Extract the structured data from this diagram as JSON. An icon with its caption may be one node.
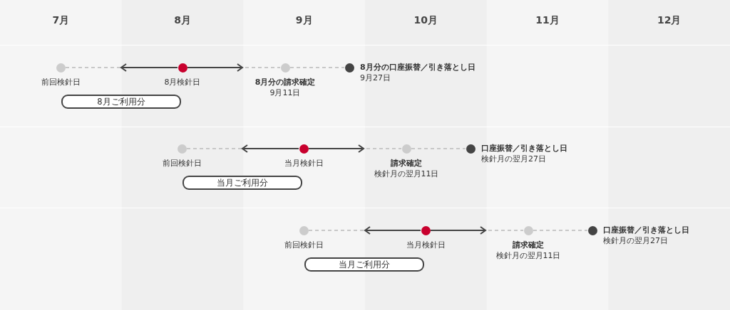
{
  "diagram": {
    "nodes": [
      {
        "text": [],
        "shape": "circle",
        "beside": [
          "前回検針日"
        ]
      },
      {
        "text": [],
        "shape": "circle",
        "beside": [
          "8月検針日"
        ]
      },
      {
        "text": [],
        "shape": "circle",
        "beside": [
          "8月分の請求確定",
          "9月11日"
        ]
      },
      {
        "text": [],
        "shape": "circle",
        "beside": [
          "8月分の口座振替／引き落とし日",
          "9月27日"
        ]
      },
      {
        "text": [
          "8月ご利用分"
        ]
      },
      {
        "text": [],
        "shape": "circle",
        "beside": [
          "前回検針日"
        ]
      },
      {
        "text": [],
        "shape": "circle",
        "beside": [
          "当月検針日"
        ]
      },
      {
        "text": [],
        "shape": "circle",
        "beside": [
          "請求確定",
          "検針月の翌月11日"
        ]
      },
      {
        "text": [],
        "shape": "circle",
        "beside": [
          "口座振替／引き落とし日",
          "検針月の翌月27日"
        ]
      },
      {
        "text": [
          "当月ご利用分"
        ]
      },
      {
        "text": [],
        "shape": "circle",
        "beside": [
          "前回検針日"
        ]
      },
      {
        "text": [],
        "shape": "circle",
        "beside": [
          "当月検針日"
        ]
      },
      {
        "text": [],
        "shape": "circle",
        "beside": [
          "請求確定",
          "検針月の翌月11日"
        ]
      },
      {
        "text": [],
        "shape": "circle",
        "beside": [
          "口座振替／引き落とし日",
          "検針月の翌月27日"
        ]
      },
      {
        "text": [
          "当月ご利用分"
        ]
      }
    ],
    "edges": [
      {
        "from": 0,
        "to": 1,
        "arrow": "none",
        "style": "dashed"
      },
      {
        "from": 1,
        "to": 2,
        "arrow": "none",
        "style": "dashed"
      },
      {
        "from": 2,
        "to": 3,
        "arrow": "none",
        "style": "dashed"
      },
      {
        "from": 1,
        "to": null,
        "arrow": "to",
        "color": "#444444"
      },
      {
        "from": 1,
        "to": 2,
        "arrow": "to",
        "color": "#444444"
      },
      {
        "from": 5,
        "to": 6,
        "arrow": "none",
        "style": "dashed"
      },
      {
        "from": 6,
        "to": 7,
        "arrow": "none",
        "style": "dashed"
      },
      {
        "from": 7,
        "to": 8,
        "arrow": "none",
        "style": "dashed"
      },
      {
        "from": 6,
        "to": null,
        "arrow": "to",
        "color": "#444444"
      },
      {
        "from": 6,
        "to": 7,
        "arrow": "to",
        "color": "#444444"
      },
      {
        "from": 10,
        "to": 11,
        "arrow": "none",
        "style": "dashed"
      },
      {
        "from": 11,
        "to": 12,
        "arrow": "none",
        "style": "dashed"
      },
      {
        "from": 12,
        "to": 13,
        "arrow": "none",
        "style": "dashed"
      },
      {
        "from": 11,
        "to": null,
        "arrow": "to",
        "color": "#444444"
      },
      {
        "from": 11,
        "to": 12,
        "arrow": "to",
        "color": "#444444"
      }
    ],
    "labels": [
      "7月",
      "8月",
      "9月",
      "10月",
      "11月",
      "12月"
    ]
  }
}
